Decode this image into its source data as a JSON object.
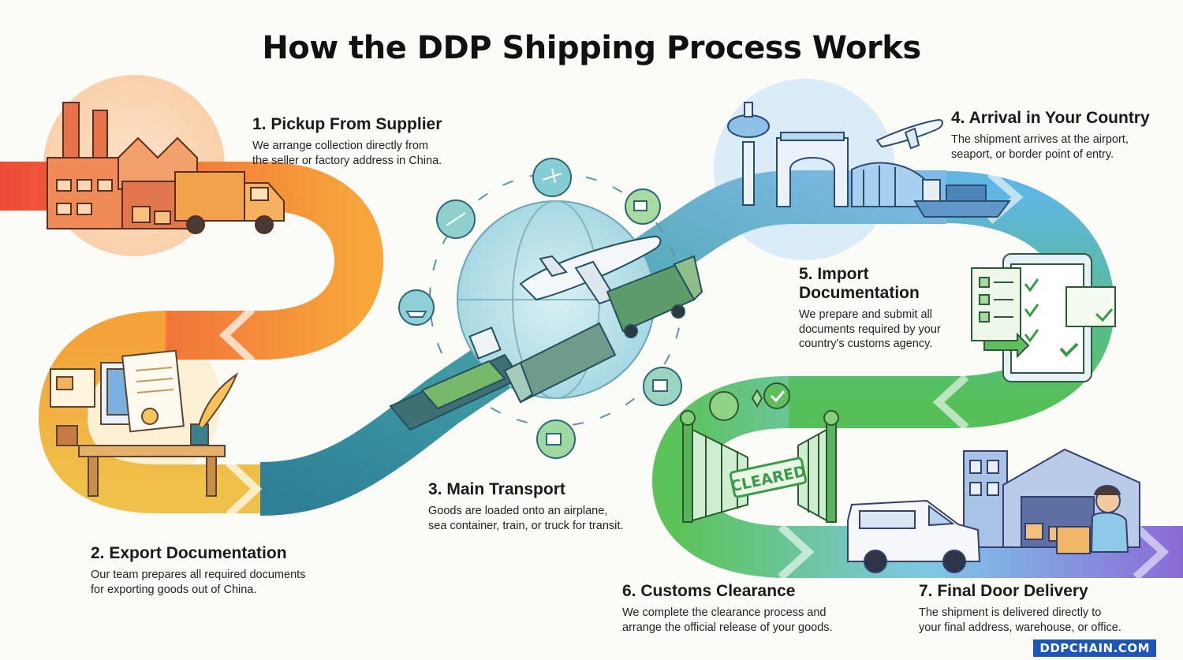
{
  "title": "How the DDP Shipping Process Works",
  "steps": [
    {
      "heading": "1. Pickup From Supplier",
      "line1": "We arrange collection directly from",
      "line2": "the seller or factory address in China."
    },
    {
      "heading": "2. Export Documentation",
      "line1": "Our team prepares all required documents",
      "line2": "for exporting goods out of China."
    },
    {
      "heading": "3. Main Transport",
      "line1": "Goods are loaded onto an airplane,",
      "line2": "sea container, train, or truck for transit."
    },
    {
      "heading": "4. Arrival in Your Country",
      "line1": "The shipment arrives at the airport,",
      "line2": "seaport, or border point of entry."
    },
    {
      "heading_line1": "5. Import",
      "heading_line2": "Documentation",
      "line1": "We prepare and submit all",
      "line2": "documents required by your",
      "line3": "country's customs agency."
    },
    {
      "heading": "6. Customs Clearance",
      "line1": "We complete the clearance process and",
      "line2": "arrange the official release of your goods."
    },
    {
      "heading": "7. Final Door Delivery",
      "line1": "The shipment is delivered directly to",
      "line2": "your final address, warehouse, or office."
    }
  ],
  "stamp": "CLEARED",
  "brand": "DDPCHAIN.COM",
  "colors": {
    "orange": "#ef6a35",
    "yellow": "#f3b03a",
    "teal": "#3aa7a8",
    "blue": "#4f9fd8",
    "green": "#58c15c",
    "purple": "#8a6ad8"
  }
}
